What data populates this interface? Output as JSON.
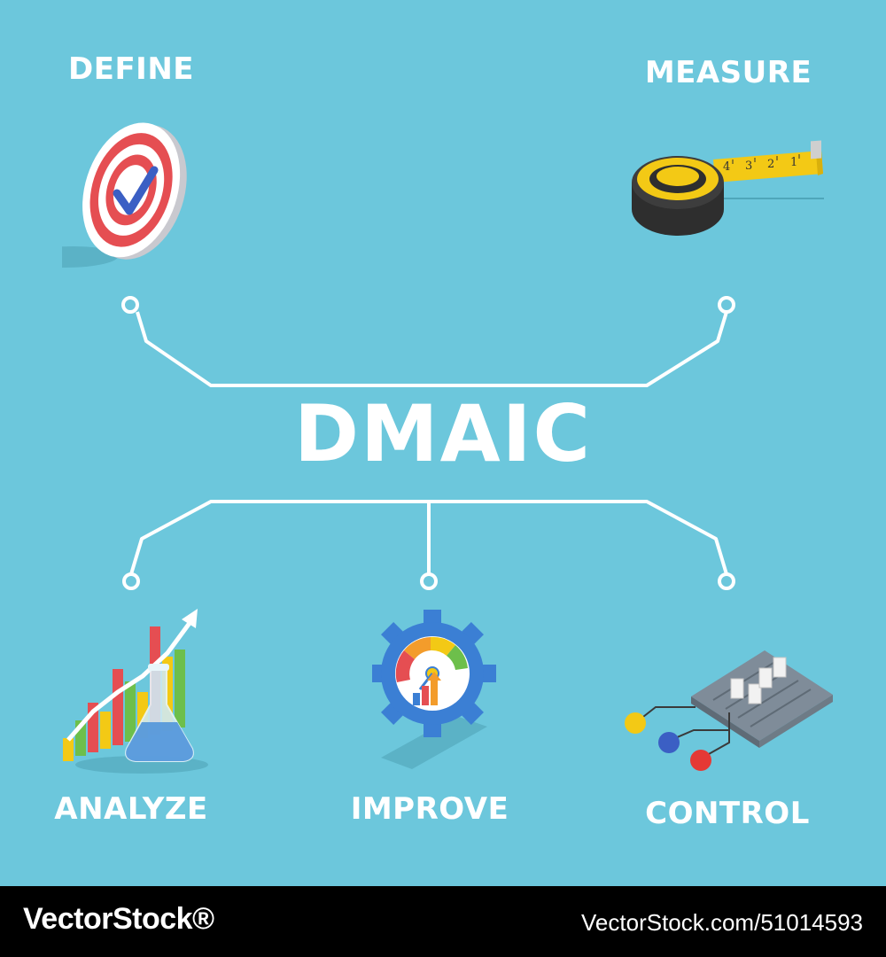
{
  "title": "DMAIC",
  "steps": {
    "define": {
      "label": "DEFINE",
      "icon": "target-check-icon"
    },
    "measure": {
      "label": "MEASURE",
      "icon": "tape-measure-icon",
      "tape_marks": [
        "4",
        "3",
        "2",
        "1"
      ]
    },
    "analyze": {
      "label": "ANALYZE",
      "icon": "chart-flask-icon"
    },
    "improve": {
      "label": "IMPROVE",
      "icon": "gear-gauge-icon"
    },
    "control": {
      "label": "CONTROL",
      "icon": "control-panel-icon"
    }
  },
  "colors": {
    "background": "#6cc7dc",
    "text": "#ffffff",
    "connector": "#ffffff"
  },
  "footer": {
    "brand": "VectorStock®",
    "id": "VectorStock.com/51014593"
  }
}
